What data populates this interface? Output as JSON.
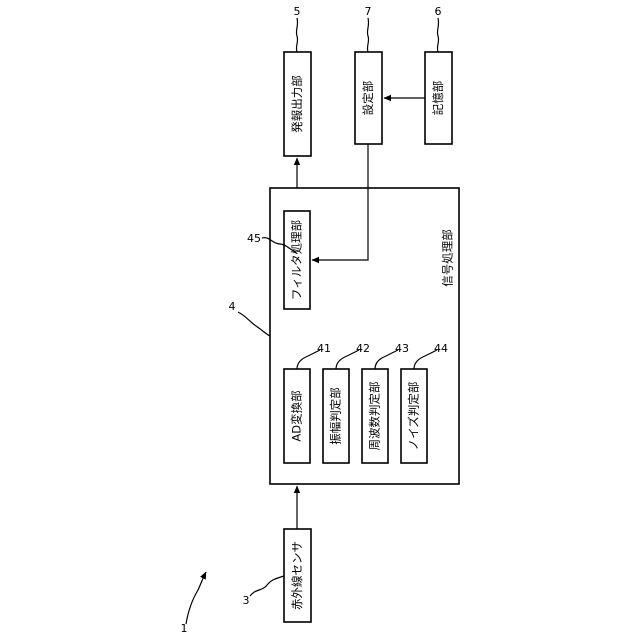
{
  "diagram": {
    "signal_processing_label": "信号処理部",
    "blocks": {
      "sensor": "赤外線センサ",
      "alarm_output": "発報出力部",
      "setting": "設定部",
      "storage": "記憶部",
      "filter": "フィルタ処理部",
      "ad_converter": "AD変換部",
      "amplitude_judge": "振幅判定部",
      "frequency_judge": "周波数判定部",
      "noise_judge": "ノイズ判定部"
    },
    "reference_numbers": {
      "device": "1",
      "sensor": "3",
      "signal_processing": "4",
      "alarm_output": "5",
      "storage": "6",
      "setting": "7",
      "ad_converter": "41",
      "amplitude_judge": "42",
      "frequency_judge": "43",
      "noise_judge": "44",
      "filter": "45"
    }
  }
}
